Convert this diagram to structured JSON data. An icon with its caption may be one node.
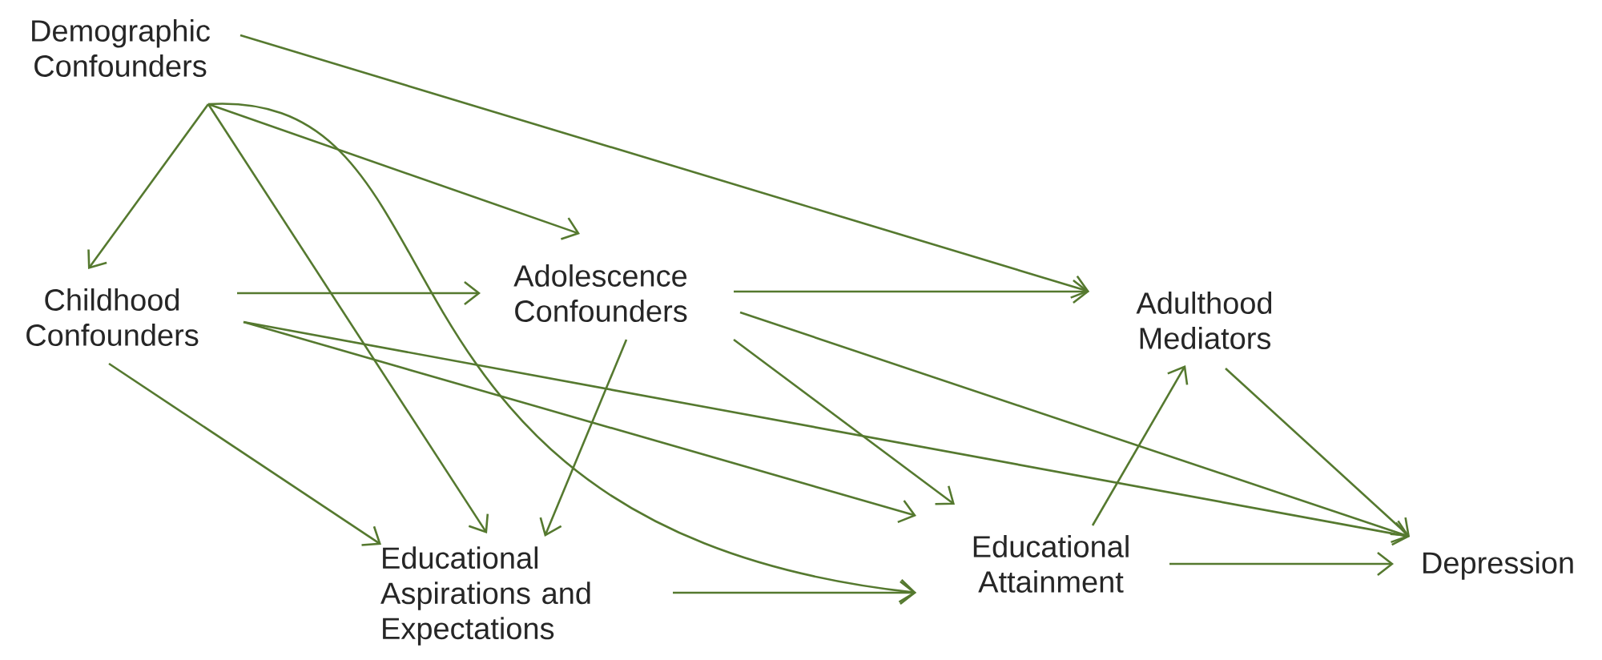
{
  "diagram": {
    "nodes": [
      {
        "text": [
          "Demographic Confounders"
        ]
      },
      {
        "text": [
          "Childhood Confounders"
        ]
      },
      {
        "text": [
          "Adolescence Confounders"
        ]
      },
      {
        "text": [
          "Adulthood Mediators"
        ]
      },
      {
        "text": [
          "Educational Aspirations and Expectations"
        ]
      },
      {
        "text": [
          "Educational Attainment"
        ]
      },
      {
        "text": [
          "Depression"
        ]
      }
    ],
    "edges": [
      {
        "from": 0,
        "to": 3,
        "arrow": "to"
      },
      {
        "from": 0,
        "to": 1,
        "arrow": "to"
      },
      {
        "from": 0,
        "to": 2,
        "arrow": "to"
      },
      {
        "from": 0,
        "to": 4,
        "arrow": "to"
      },
      {
        "from": 0,
        "to": 5,
        "arrow": "to"
      },
      {
        "from": 1,
        "to": 2,
        "arrow": "to"
      },
      {
        "from": 1,
        "to": 4,
        "arrow": "to"
      },
      {
        "from": 1,
        "to": 5,
        "arrow": "to"
      },
      {
        "from": 1,
        "to": 6,
        "arrow": "to"
      },
      {
        "from": 2,
        "to": 3,
        "arrow": "to"
      },
      {
        "from": 2,
        "to": 4,
        "arrow": "to"
      },
      {
        "from": 2,
        "to": 5,
        "arrow": "to"
      },
      {
        "from": 2,
        "to": 6,
        "arrow": "to"
      },
      {
        "from": 3,
        "to": 6,
        "arrow": "to"
      },
      {
        "from": 5,
        "to": 3,
        "arrow": "to"
      },
      {
        "from": 5,
        "to": 6,
        "arrow": "to"
      },
      {
        "from": 4,
        "to": 5,
        "arrow": "to"
      }
    ]
  }
}
